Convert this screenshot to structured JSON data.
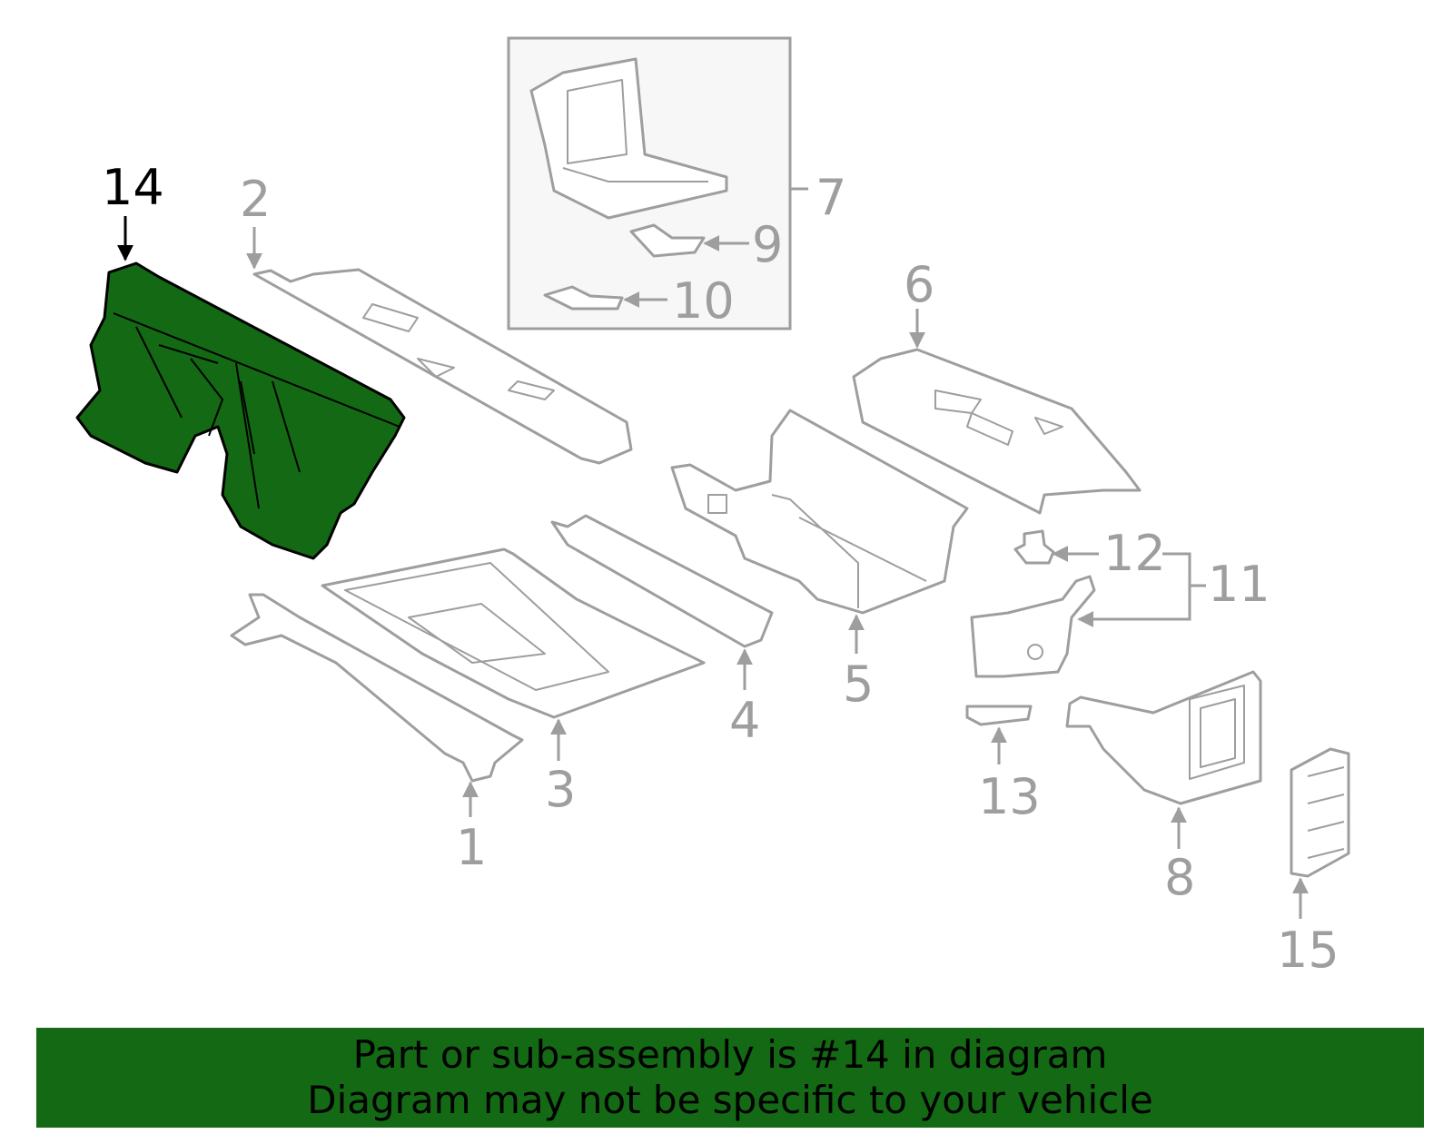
{
  "colors": {
    "background": "#ffffff",
    "part_outline": "#9e9e9e",
    "highlight_fill": "#146914",
    "highlight_outline": "#000000",
    "banner": "#146914",
    "inset_background": "#f7f7f7"
  },
  "callouts": {
    "c1": "1",
    "c2": "2",
    "c3": "3",
    "c4": "4",
    "c5": "5",
    "c6": "6",
    "c7": "7",
    "c8": "8",
    "c9": "9",
    "c10": "10",
    "c11": "11",
    "c12": "12",
    "c13": "13",
    "c14": "14",
    "c15": "15"
  },
  "highlighted_part": "14",
  "banner": {
    "line1": "Part or sub-assembly is #14 in diagram",
    "line2": "Diagram may not be specific to your vehicle"
  }
}
